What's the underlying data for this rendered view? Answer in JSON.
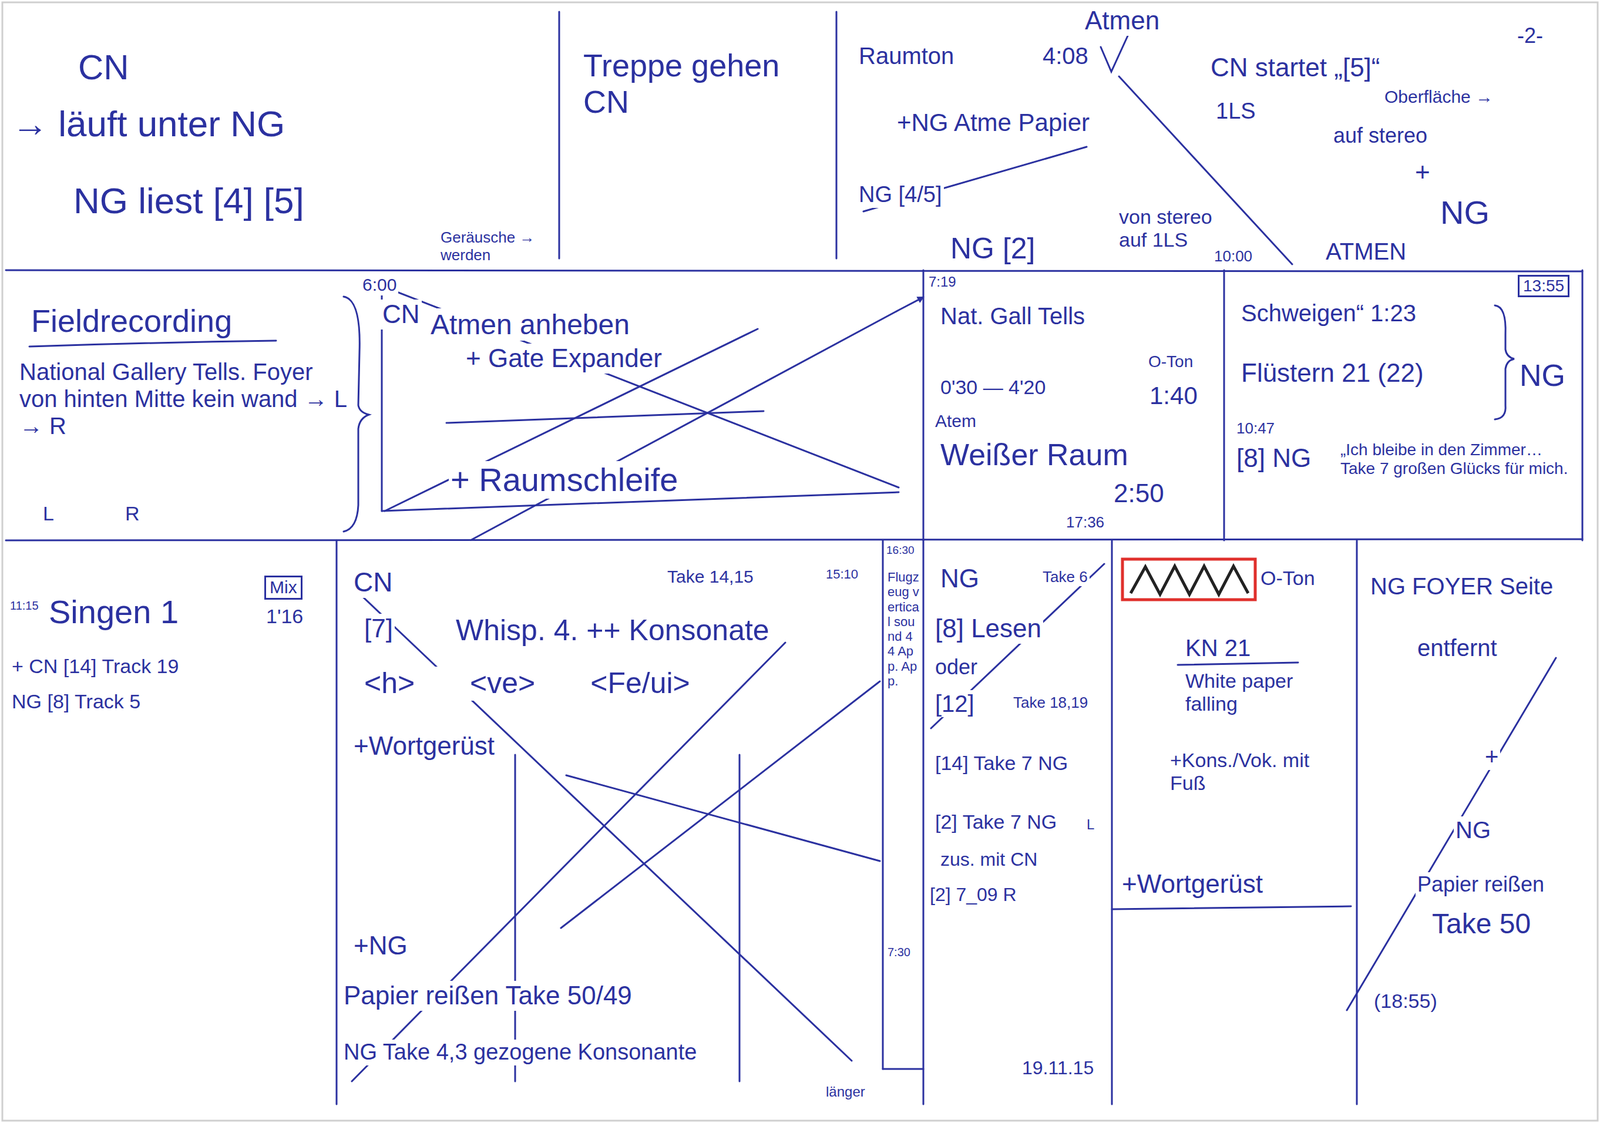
{
  "diagram": {
    "nodes": [
      {
        "text": [
          "CN",
          "→ läuft unter NG",
          "NG liest [4] [5]",
          "Geräusche → werden"
        ]
      },
      {
        "text": [
          "Treppe gehen CN"
        ]
      },
      {
        "text": [
          "Raumton",
          "Atmen",
          "4:08",
          "+NG Atme Papier",
          "NG [4/5]",
          "NG [2]",
          "von stereo auf 1LS",
          "10:00",
          "CN startet „[5]“",
          "1LS",
          "Oberfläche →",
          "auf stereo",
          "+",
          "NG",
          "ATMEN"
        ]
      },
      {
        "text": [
          "Fieldrecording",
          "National Gallery Tells. Foyer von hinten Mitte kein wand → L → R",
          "L",
          "R"
        ]
      },
      {
        "text": [
          "6:00",
          "CN",
          "Atmen anheben",
          "+ Gate Expander",
          "+ Raumschleife"
        ]
      },
      {
        "text": [
          "7:19",
          "Nat. Gall Tells",
          "O-Ton",
          "0'30 — 4'20",
          "1:40",
          "Atem",
          "Weißer Raum",
          "2:50",
          "17:36"
        ]
      },
      {
        "text": [
          "13:55",
          "Schweigen“ 1:23",
          "Flüstern 21 (22)",
          "NG",
          "10:47",
          "[8] NG",
          "„Ich bleibe in den Zimmer… Take 7 großen Glücks für mich."
        ]
      },
      {
        "text": [
          "Mix",
          "11:15",
          "Singen 1",
          "1'16",
          "+ CN [14] Track 19",
          "NG [8] Track 5"
        ]
      },
      {
        "text": [
          "CN",
          "[7]",
          "Whisp. 4. ++ Konsonate",
          "Take 14,15",
          "15:10",
          "<h> <ve> <Fe/ui>",
          "+Wortgerüst",
          "+NG",
          "Papier reißen Take 50/49",
          "NG Take 4,3 gezogene Konsonante",
          "länger"
        ]
      },
      {
        "text": [
          "16:30",
          "Flugzeug vertical sound 44 App. App.",
          "7:30"
        ]
      },
      {
        "text": [
          "NG",
          "Take 6",
          "[8] Lesen",
          "oder",
          "[12]",
          "Take 18,19",
          "[14] Take 7 NG",
          "[2] Take 7 NG",
          "L",
          "zus. mit CN",
          "[2] 7_09 R"
        ]
      },
      {
        "text": [
          "O-Ton",
          "KN 21",
          "White paper falling",
          "+Kons./Vok. mit Fuß",
          "+Wortgerüst"
        ]
      },
      {
        "text": [
          "NG FOYER Seite",
          "entfernt",
          "+",
          "NG",
          "Papier reißen",
          "Take 50",
          "(18:55)"
        ]
      }
    ],
    "edges": [
      {
        "from": 4,
        "to": 5,
        "arrow": "to"
      }
    ],
    "labels": [
      "-2-",
      "19.11.15"
    ]
  }
}
